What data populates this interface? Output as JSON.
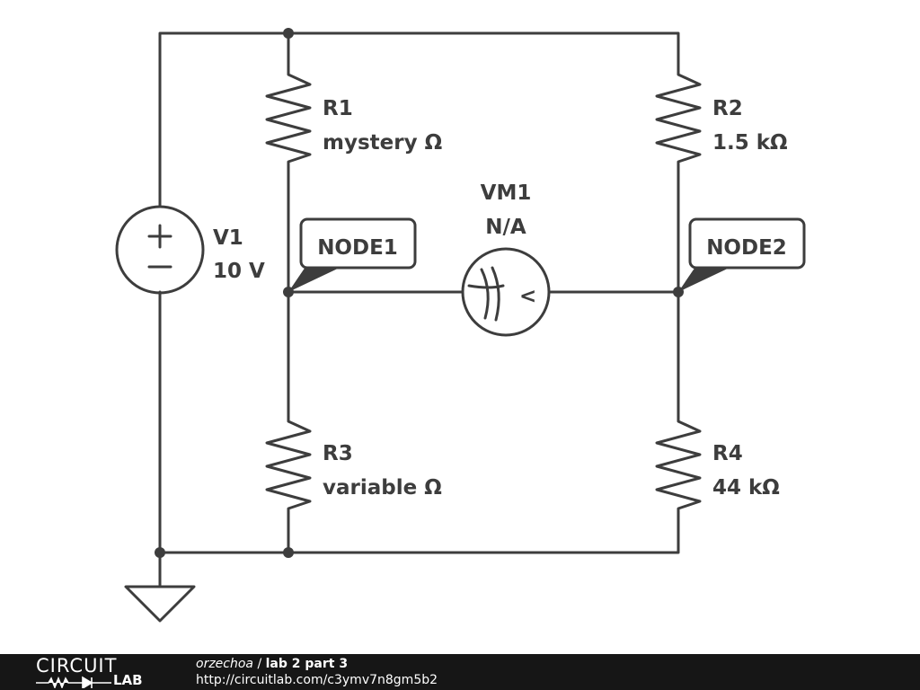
{
  "schematic": {
    "components": {
      "v1": {
        "name": "V1",
        "value": "10 V",
        "plus": "+",
        "minus": "−"
      },
      "r1": {
        "name": "R1",
        "value": "mystery Ω"
      },
      "r2": {
        "name": "R2",
        "value": "1.5 kΩ"
      },
      "r3": {
        "name": "R3",
        "value": "variable Ω"
      },
      "r4": {
        "name": "R4",
        "value": "44 kΩ"
      },
      "vm1": {
        "name": "VM1",
        "value": "N/A",
        "symbol": "<"
      }
    },
    "nodes": {
      "node1": "NODE1",
      "node2": "NODE2"
    },
    "colors": {
      "wire": "#3d3d3d",
      "background": "#ffffff",
      "footer": "#161616"
    }
  },
  "footer": {
    "logo_top": "CIRCUIT",
    "logo_bottom": "LAB",
    "author": "orzechoa",
    "separator": " / ",
    "title": "lab 2 part 3",
    "url": "http://circuitlab.com/c3ymv7n8gm5b2"
  }
}
